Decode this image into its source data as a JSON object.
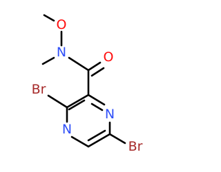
{
  "molecule": {
    "atoms": {
      "o_ether": {
        "label": "O",
        "color": "#ff0d0d"
      },
      "n_amide": {
        "label": "N",
        "color": "#3050f8"
      },
      "o_carbonyl": {
        "label": "O",
        "color": "#ff0d0d"
      },
      "br_3": {
        "label": "Br",
        "color": "#a62929"
      },
      "n_ring_top": {
        "label": "N",
        "color": "#3050f8"
      },
      "n_ring_bottom": {
        "label": "N",
        "color": "#3050f8"
      },
      "br_6": {
        "label": "Br",
        "color": "#a62929"
      }
    }
  }
}
